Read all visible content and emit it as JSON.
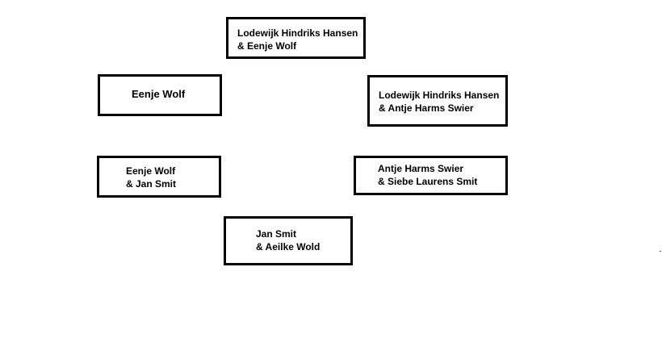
{
  "boxes": [
    {
      "id": "top",
      "lines": [
        "Lodewijk Hindriks Hansen",
        "& Eenje Wolf"
      ]
    },
    {
      "id": "upper-left",
      "lines": [
        "Eenje Wolf"
      ]
    },
    {
      "id": "upper-right",
      "lines": [
        "Lodewijk Hindriks Hansen",
        "& Antje Harms Swier"
      ]
    },
    {
      "id": "lower-left",
      "lines": [
        "Eenje Wolf",
        "& Jan Smit"
      ]
    },
    {
      "id": "lower-right",
      "lines": [
        "Antje Harms Swier",
        "& Siebe Laurens Smit"
      ]
    },
    {
      "id": "bottom",
      "lines": [
        "Jan Smit",
        "& Aeilke Wold"
      ]
    }
  ]
}
